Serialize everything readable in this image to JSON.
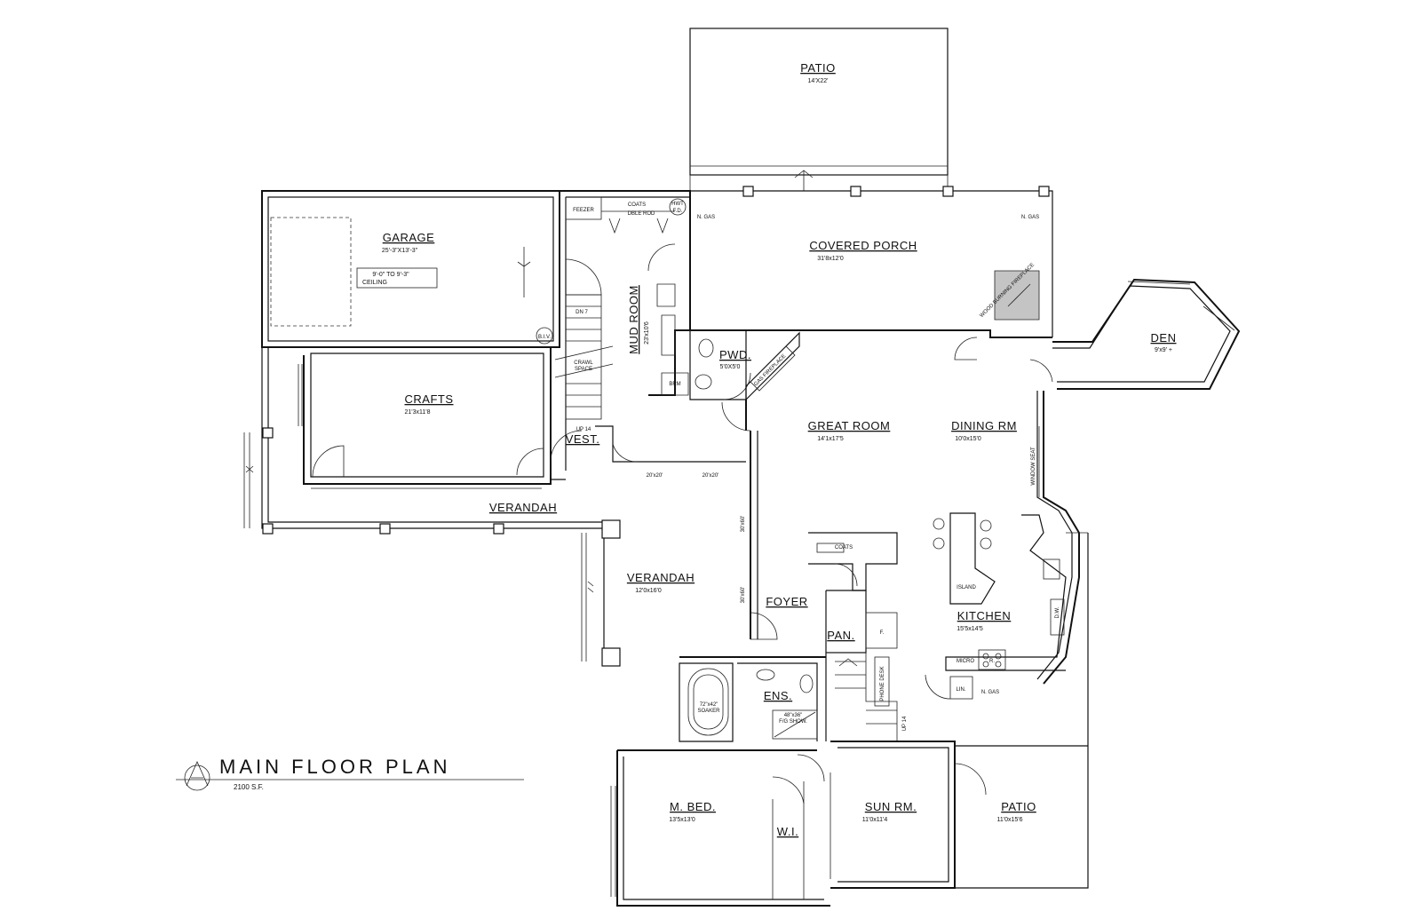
{
  "plan": {
    "title": "MAIN FLOOR PLAN",
    "area": "2100 S.F.",
    "rooms": {
      "patio_top": {
        "name": "PATIO",
        "dim": "14'X22'"
      },
      "garage": {
        "name": "GARAGE",
        "dim": "25'-3\"X13'-3\"",
        "ceiling": "9'-0\" TO 9'-3\"",
        "ceiling2": "CEILING"
      },
      "covered_porch": {
        "name": "COVERED PORCH",
        "dim": "31'8x12'0"
      },
      "den": {
        "name": "DEN",
        "dim": "9'x9' +"
      },
      "mud_room": {
        "name": "MUD ROOM",
        "dim": "23'x10'6"
      },
      "pwd": {
        "name": "PWD.",
        "dim": "5'0X5'0"
      },
      "crafts": {
        "name": "CRAFTS",
        "dim": "21'3x11'8"
      },
      "vest": {
        "name": "VEST."
      },
      "great_room": {
        "name": "GREAT ROOM",
        "dim": "14'1x17'5"
      },
      "dining": {
        "name": "DINING RM",
        "dim": "10'0x15'0"
      },
      "verandah_left": {
        "name": "VERANDAH"
      },
      "verandah": {
        "name": "VERANDAH",
        "dim": "12'0x16'0"
      },
      "foyer": {
        "name": "FOYER"
      },
      "kitchen": {
        "name": "KITCHEN",
        "dim": "15'5x14'5"
      },
      "pan": {
        "name": "PAN."
      },
      "ens": {
        "name": "ENS."
      },
      "m_bed": {
        "name": "M. BED.",
        "dim": "13'5x13'0"
      },
      "wi": {
        "name": "W.I."
      },
      "sun_rm": {
        "name": "SUN RM.",
        "dim": "11'0x11'4"
      },
      "patio_right": {
        "name": "PATIO",
        "dim": "11'0x15'6"
      }
    },
    "notes": {
      "freezer": "FEEZER",
      "coats1": "COATS",
      "dble_rod": "DBLE ROD",
      "hwt": "HWT",
      "fd": "F.D.",
      "ngas1": "N. GAS",
      "ngas2": "N. GAS",
      "ngas3": "N. GAS",
      "dn7": "DN 7",
      "crawl": "CRAWL",
      "crawl2": "SPACE",
      "up14a": "UP 14",
      "up14b": "UP 14",
      "biv": "B.I.V.",
      "brm": "BRM",
      "gas_fireplace": "GAS FIREPLACE",
      "wood_fireplace": "WOOD BURNING FIREPLACE",
      "coats2": "COATS",
      "island": "ISLAND",
      "window_seat": "WINDOW SEAT",
      "dw": "D.W.",
      "micro": "MICRO",
      "r": "R.",
      "f": "F.",
      "lin": "LIN.",
      "phone_desk": "PHONE DESK",
      "soaker": "72\"x42\"",
      "soaker2": "SOAKER",
      "shower": "48\"x36\"",
      "shower2": "F/G SHOW.",
      "win1": "20'x20'",
      "win2": "20'x20'",
      "win3": "30'x60'",
      "win4": "30'x60'"
    }
  }
}
